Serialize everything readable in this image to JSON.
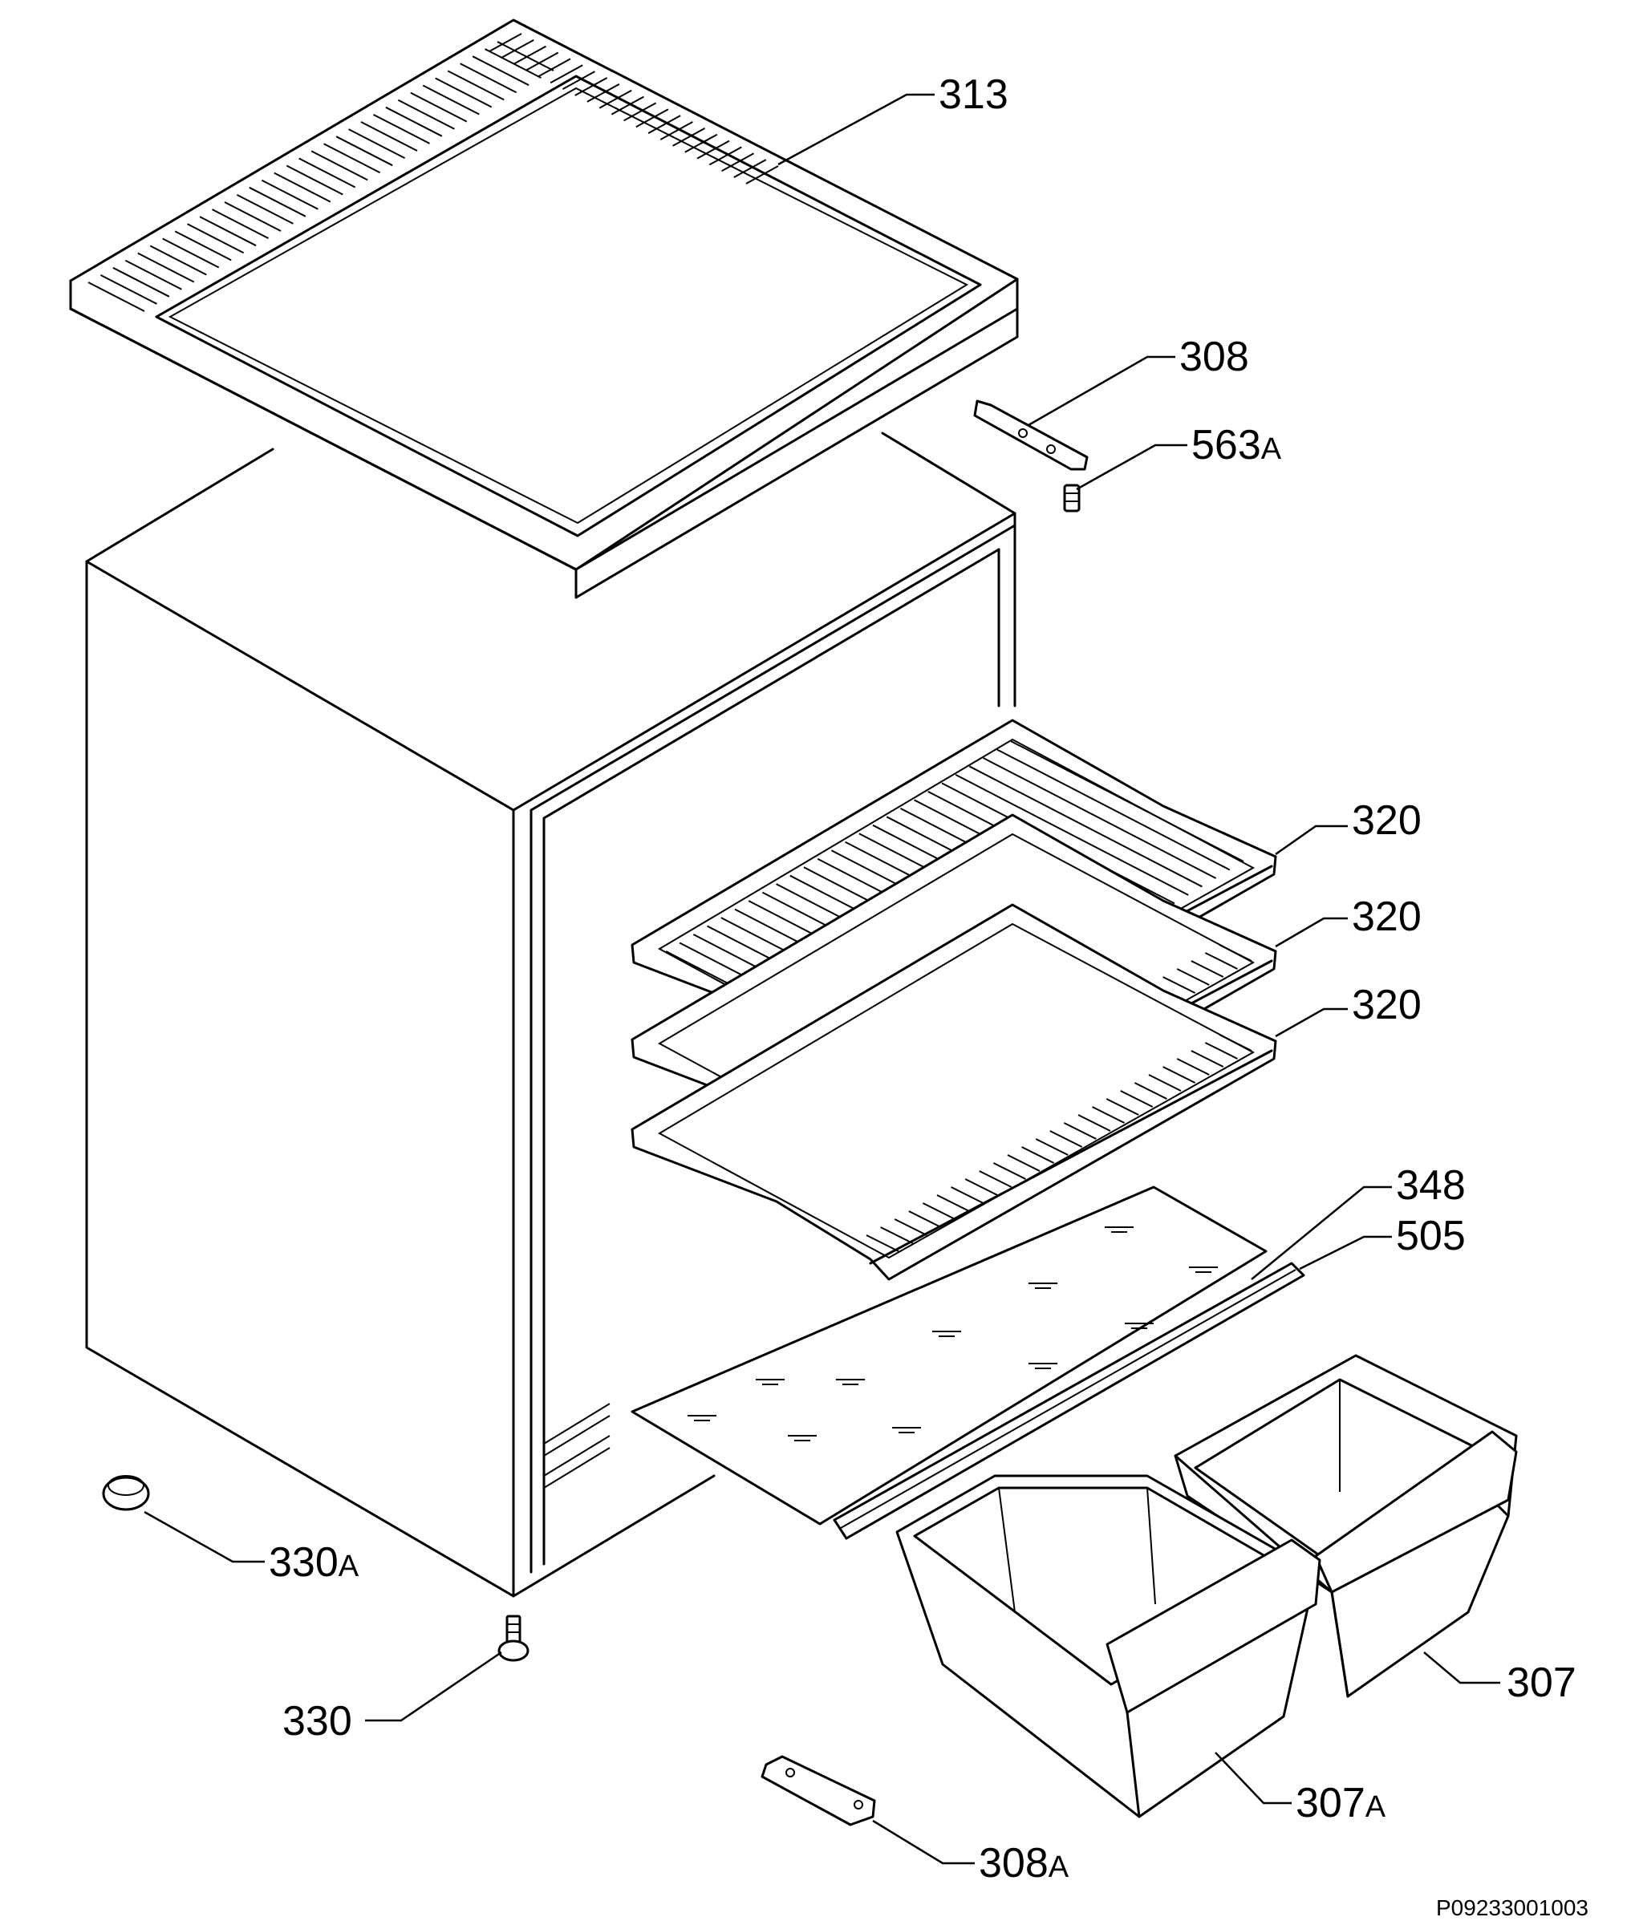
{
  "labels": {
    "p313": "313",
    "p308": "308",
    "p563a_num": "563",
    "p563a_suf": "A",
    "p320_top": "320",
    "p320_mid": "320",
    "p320_bot": "320",
    "p348": "348",
    "p505": "505",
    "p330a_num": "330",
    "p330a_suf": "A",
    "p330": "330",
    "p307": "307",
    "p307a_num": "307",
    "p307a_suf": "A",
    "p308a_num": "308",
    "p308a_suf": "A"
  },
  "drawing_code": "P09233001003"
}
